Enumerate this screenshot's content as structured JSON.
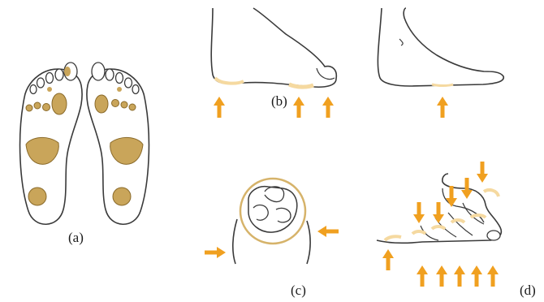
{
  "labels": {
    "a": "(a)",
    "b": "(b)",
    "c": "(c)",
    "d": "(d)"
  },
  "colors": {
    "outline": "#3a3a3a",
    "pressure_fill": "#c9a55a",
    "pressure_stroke": "#8a6a2a",
    "arrow": "#f0a020",
    "highlight": "#f5d9a0",
    "ring": "#d6b36a"
  },
  "icons": {
    "arrow": "arrow-up-icon"
  }
}
